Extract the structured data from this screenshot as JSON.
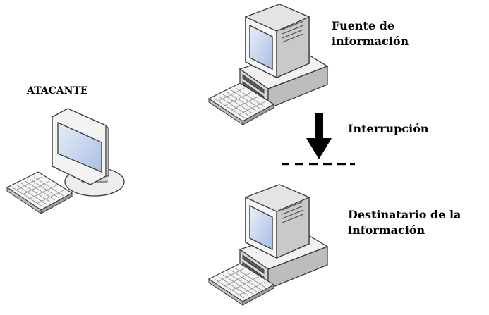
{
  "labels": {
    "attacker": "ATACANTE",
    "source_line1": "Fuente de",
    "source_line2": "información",
    "interruption": "Interrupción",
    "destination_line1": "Destinatario de la",
    "destination_line2": "información"
  },
  "icons": {
    "attacker": "lcd-monitor-keyboard-icon",
    "source": "desktop-computer-icon",
    "destination": "desktop-computer-icon",
    "arrow": "down-arrow-icon"
  },
  "colors": {
    "outline": "#3a3a3a",
    "body_light": "#f2f2f2",
    "body_mid": "#d4d4d4",
    "body_dark": "#9a9a9a",
    "screen": "#c6d6ee",
    "arrow": "#000000"
  }
}
